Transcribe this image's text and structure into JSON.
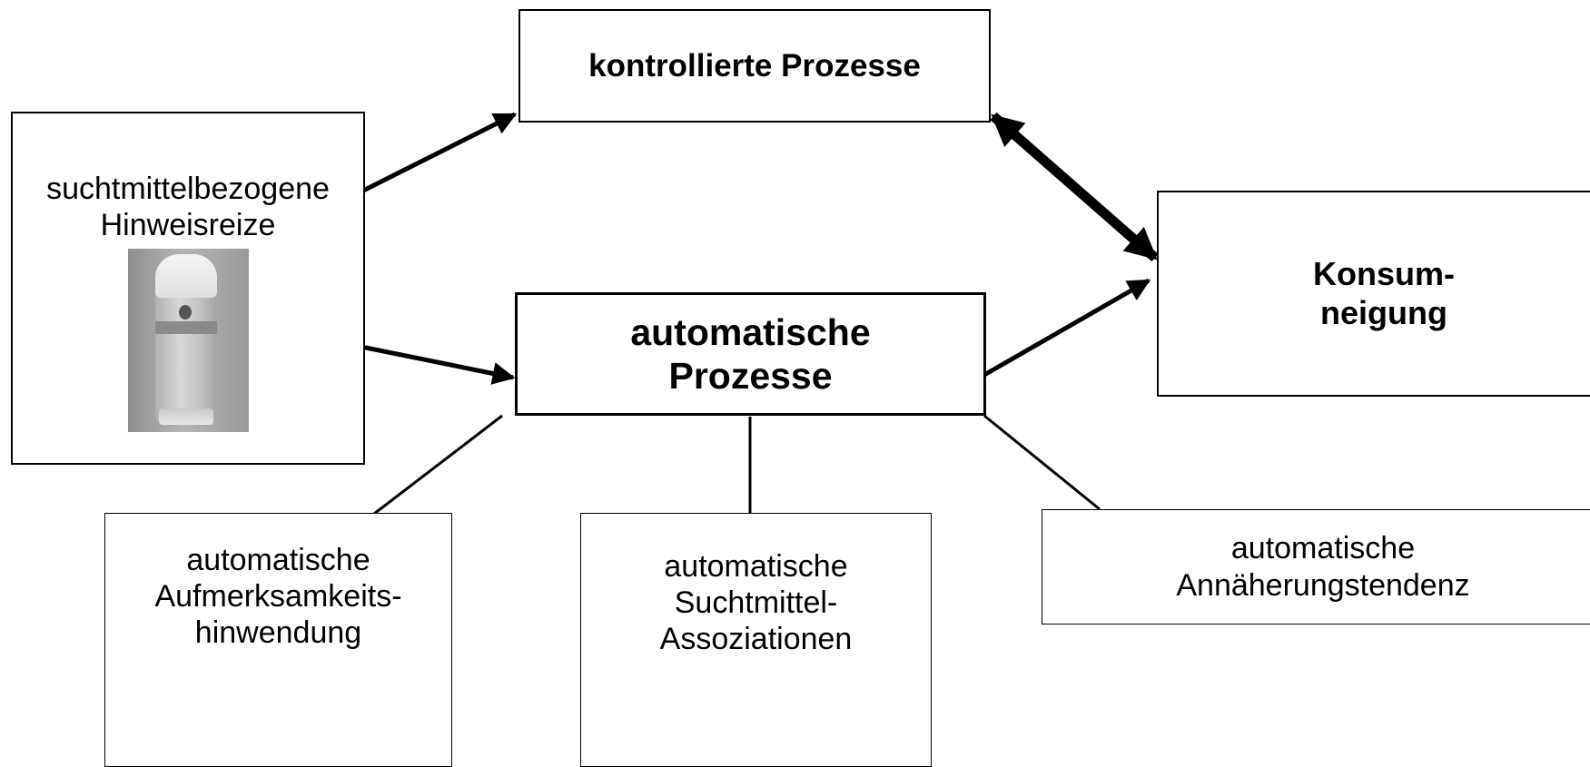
{
  "nodes": {
    "stimuli": {
      "lines": [
        "suchtmittelbezogene",
        "Hinweisreize"
      ]
    },
    "controlled": {
      "label": "kontrollierte Prozesse"
    },
    "automatic": {
      "lines": [
        "automatische",
        "Prozesse"
      ]
    },
    "consumption": {
      "lines": [
        "Konsum-",
        "neigung"
      ]
    },
    "attention": {
      "lines": [
        "automatische",
        "Aufmerksamkeits-",
        "hinwendung"
      ]
    },
    "associations": {
      "lines": [
        "automatische",
        "Suchtmittel-",
        "Assoziationen"
      ]
    },
    "approach": {
      "lines": [
        "automatische",
        "Annäherungstendenz"
      ]
    }
  },
  "edges": [
    {
      "from": "stimuli",
      "to": "controlled",
      "style": "arrow"
    },
    {
      "from": "stimuli",
      "to": "automatic",
      "style": "arrow"
    },
    {
      "from": "controlled",
      "to": "consumption",
      "style": "thick-double-arrow"
    },
    {
      "from": "automatic",
      "to": "consumption",
      "style": "arrow"
    },
    {
      "from": "automatic",
      "to": "attention",
      "style": "line"
    },
    {
      "from": "automatic",
      "to": "associations",
      "style": "line"
    },
    {
      "from": "automatic",
      "to": "approach",
      "style": "line"
    }
  ],
  "colors": {
    "stroke": "#000000",
    "background": "#ffffff"
  }
}
